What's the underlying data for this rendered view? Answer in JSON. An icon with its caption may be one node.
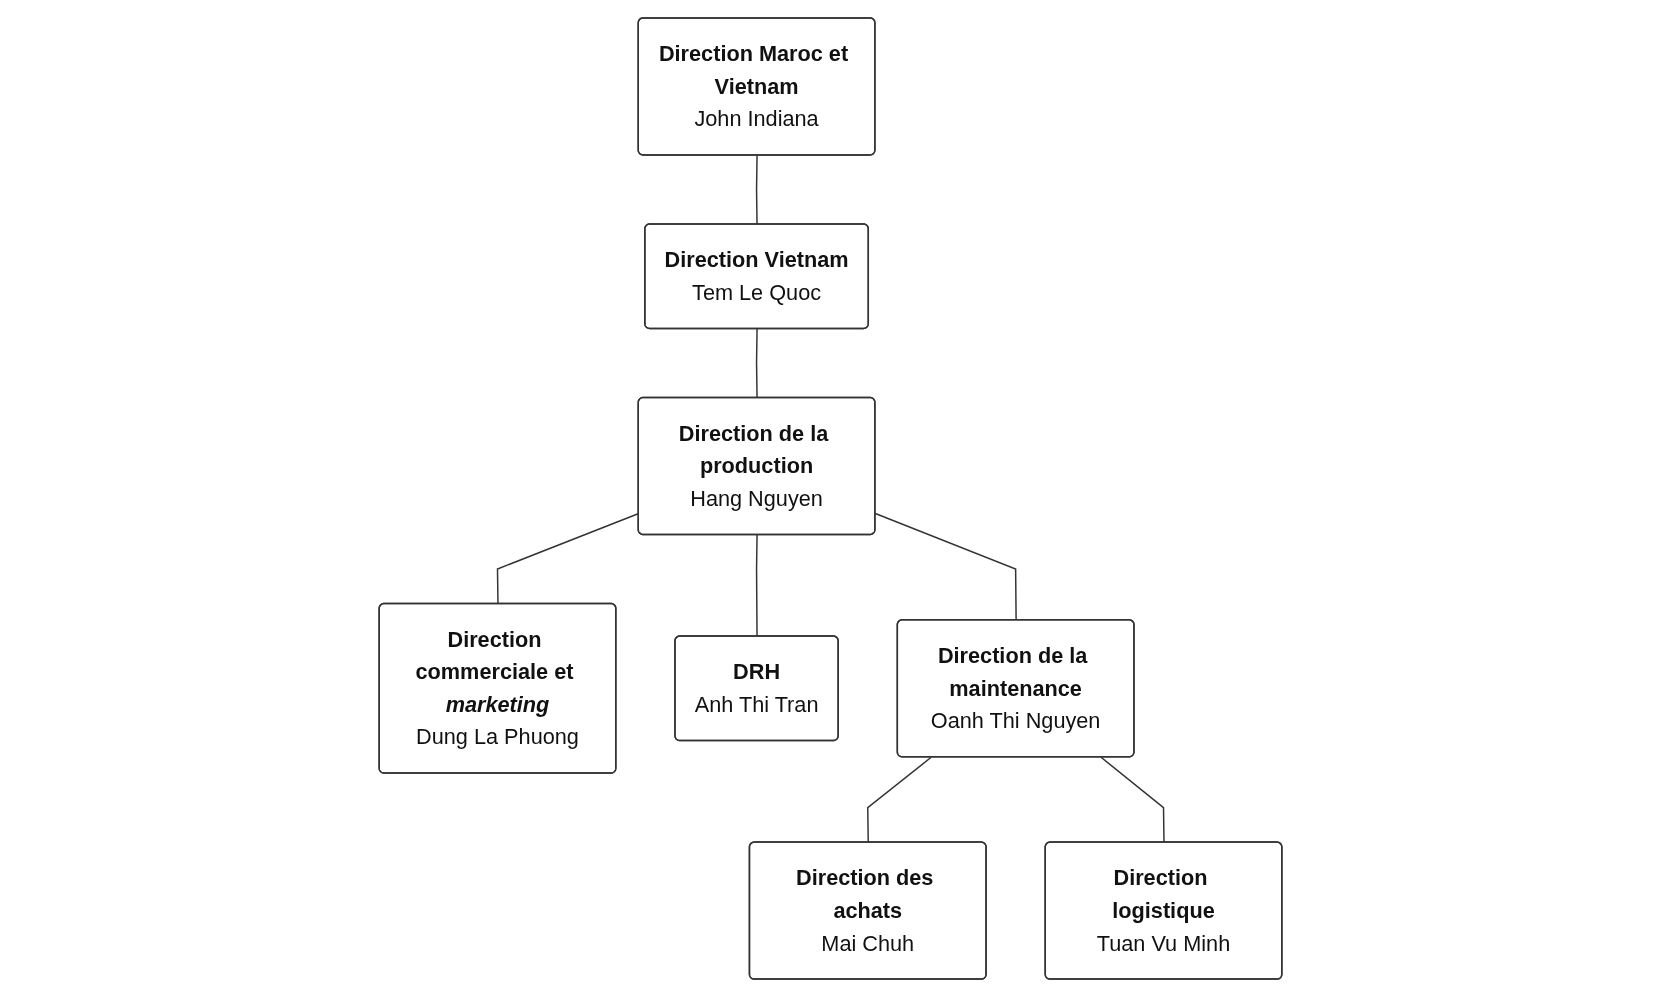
{
  "diagram": {
    "nodes": [
      {
        "text": [
          "Direction Maroc et Vietnam",
          "John Indiana"
        ]
      },
      {
        "text": [
          "Direction Vietnam",
          "Tem Le Quoc"
        ]
      },
      {
        "text": [
          "Direction commerciale et *marketing*",
          "Dung La Phuong"
        ]
      },
      {
        "text": [
          "Direction de la production",
          "Hang Nguyen"
        ]
      },
      {
        "text": [
          "DRH",
          "Anh Thi Tran"
        ]
      },
      {
        "text": [
          "Direction des achats",
          "Mai Chuh"
        ]
      },
      {
        "text": [
          "Direction de la maintenance",
          "Oanh Thi Nguyen"
        ]
      },
      {
        "text": [
          "Direction logistique",
          "Tuan Vu Minh"
        ]
      }
    ],
    "edges": [
      {
        "from": 0,
        "to": 1,
        "arrow": "none"
      },
      {
        "from": 1,
        "to": 3,
        "arrow": "none"
      },
      {
        "from": 3,
        "to": 2,
        "arrow": "none"
      },
      {
        "from": 3,
        "to": 4,
        "arrow": "none"
      },
      {
        "from": 3,
        "to": 6,
        "arrow": "none"
      },
      {
        "from": 6,
        "to": 5,
        "arrow": "none"
      },
      {
        "from": 6,
        "to": 7,
        "arrow": "none"
      }
    ]
  }
}
